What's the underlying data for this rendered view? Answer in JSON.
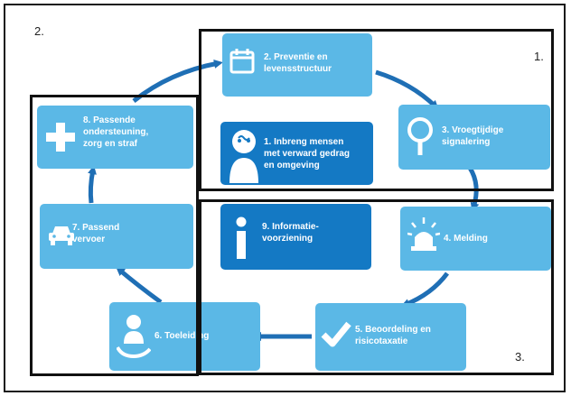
{
  "colors": {
    "light_box": "#5bb8e6",
    "dark_box": "#1479c4",
    "arrow": "#1f6fb5",
    "frame": "#111111"
  },
  "regions": [
    {
      "id": "region-1",
      "label": "1."
    },
    {
      "id": "region-2",
      "label": "2."
    },
    {
      "id": "region-3",
      "label": "3."
    }
  ],
  "steps": [
    {
      "id": "step-1",
      "label": "1. Inbreng mensen\nmet verward gedrag\nen omgeving",
      "icon": "person-icon"
    },
    {
      "id": "step-2",
      "label": "2. Preventie en\nlevensstructuur",
      "icon": "calendar-icon"
    },
    {
      "id": "step-3",
      "label": "3. Vroegtijdige\nsignalering",
      "icon": "magnifier-icon"
    },
    {
      "id": "step-4",
      "label": "4. Melding",
      "icon": "siren-icon"
    },
    {
      "id": "step-5",
      "label": "5. Beoordeling en\nrisicotaxatie",
      "icon": "checkmark-icon"
    },
    {
      "id": "step-6",
      "label": "6. Toeleiding",
      "icon": "hand-person-icon"
    },
    {
      "id": "step-7",
      "label": "7. Passend\nvervoer",
      "icon": "car-icon"
    },
    {
      "id": "step-8",
      "label": "8. Passende\nondersteuning,\nzorg en straf",
      "icon": "plus-icon"
    },
    {
      "id": "step-9",
      "label": "9. Informatie-\nvoorziening",
      "icon": "info-icon"
    }
  ]
}
